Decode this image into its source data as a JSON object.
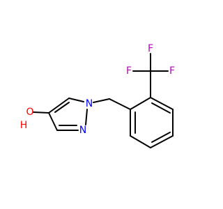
{
  "molecule": {
    "atoms": {
      "o1": {
        "label": "O",
        "color": "#ff0000"
      },
      "h1": {
        "label": "H",
        "color": "#ff0000"
      },
      "n1": {
        "label": "N",
        "color": "#0000ff"
      },
      "n2": {
        "label": "N",
        "color": "#0000ff"
      },
      "f1": {
        "label": "F",
        "color": "#b400b4"
      },
      "f2": {
        "label": "F",
        "color": "#b400b4"
      },
      "f3": {
        "label": "F",
        "color": "#b400b4"
      }
    }
  }
}
